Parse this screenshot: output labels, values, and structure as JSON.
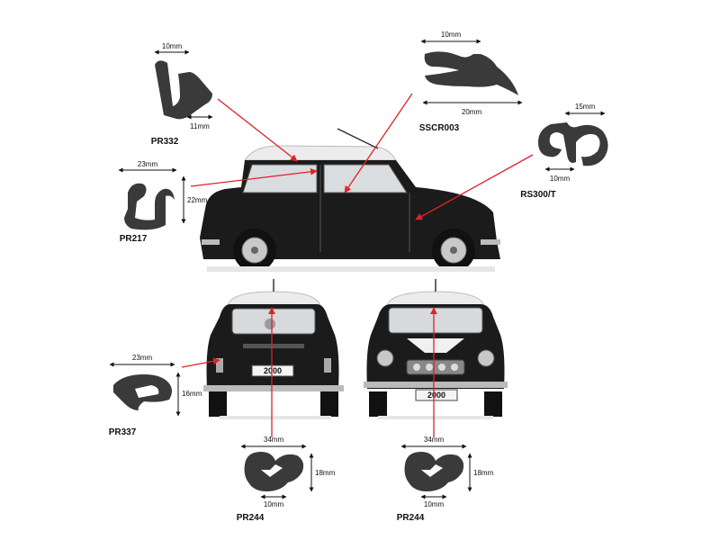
{
  "profiles": [
    {
      "code": "PR332",
      "dims": [
        "10mm",
        "11mm"
      ]
    },
    {
      "code": "SSCR003",
      "dims": [
        "10mm",
        "20mm"
      ]
    },
    {
      "code": "RS300/T",
      "dims": [
        "15mm",
        "10mm"
      ]
    },
    {
      "code": "PR217",
      "dims": [
        "23mm",
        "22mm"
      ]
    },
    {
      "code": "PR337",
      "dims": [
        "23mm",
        "16mm"
      ]
    },
    {
      "code": "PR244",
      "dims": [
        "34mm",
        "18mm",
        "10mm"
      ]
    },
    {
      "code": "PR244",
      "dims": [
        "34mm",
        "18mm",
        "10mm"
      ]
    }
  ],
  "plates": {
    "rear": "2000",
    "front": "2000"
  },
  "colors": {
    "car_body": "#1b1b1b",
    "roof": "#e8e8e8",
    "seal": "#3a3a3a",
    "pointer": "#e0212b"
  }
}
